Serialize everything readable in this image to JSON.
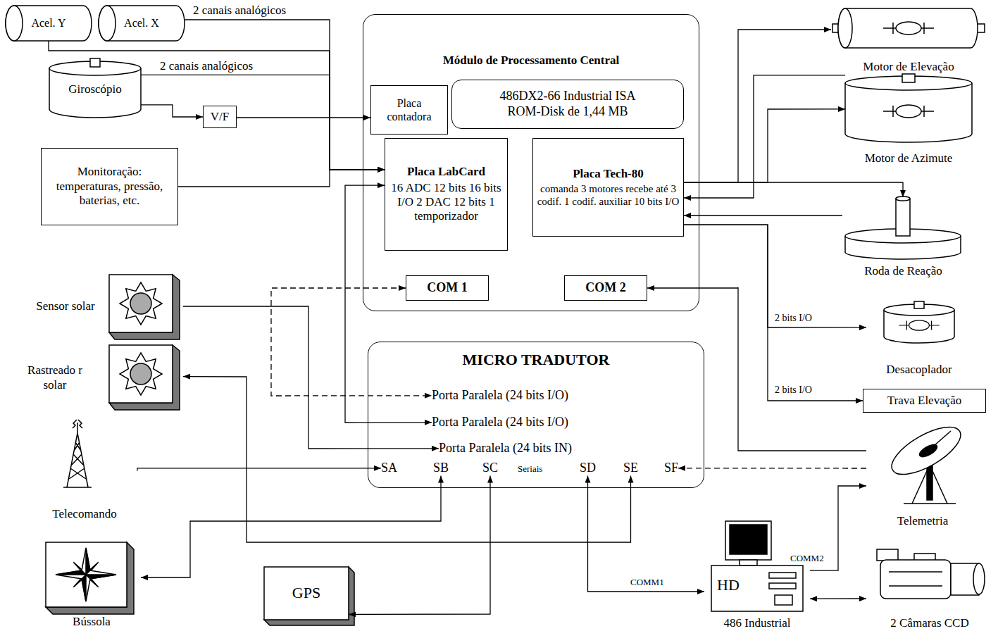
{
  "diagram": {
    "nodes": [
      {
        "text": [
          "Acel. Y"
        ]
      },
      {
        "text": [
          "Acel. X"
        ]
      },
      {
        "text": [
          "Giroscópio"
        ]
      },
      {
        "text": [
          "V/F"
        ]
      },
      {
        "text": [
          "Módulo de Processamento Central"
        ]
      },
      {
        "text": [
          "Placa contadora"
        ],
        "in": 4
      },
      {
        "text": [
          "486DX2-66 Industrial ISA ROM-Disk de 1,44 MB"
        ],
        "in": 4
      },
      {
        "text": [
          "Placa LabCard",
          "16 ADC 12 bits 16 bits I/O 2 DAC 12 bits 1 temporizador"
        ],
        "in": 4
      },
      {
        "text": [
          "Placa Tech-80",
          "comanda 3 motores recebe até 3 codif. 1 codif. auxiliar 10 bits I/O"
        ],
        "in": 4
      },
      {
        "text": [
          "COM 1"
        ],
        "in": 4
      },
      {
        "text": [
          "COM 2"
        ],
        "in": 4
      },
      {
        "text": [
          "Monitoração: temperaturas, pressão, baterias, etc."
        ]
      },
      {
        "text": [
          "Motor de Elevação"
        ]
      },
      {
        "text": [
          "Motor de Azimute"
        ]
      },
      {
        "text": [
          "Roda de Reação"
        ]
      },
      {
        "text": [
          "Desacoplador"
        ]
      },
      {
        "text": [
          "Trava Elevação"
        ]
      },
      {
        "text": [
          "Sensor solar"
        ]
      },
      {
        "text": [
          "Rastreado r solar"
        ]
      },
      {
        "text": [
          "MICRO TRADUTOR"
        ]
      },
      {
        "text": [
          "Porta Paralela (24 bits I/O)"
        ],
        "in": 19
      },
      {
        "text": [
          "Porta Paralela (24 bits I/O)"
        ],
        "in": 19
      },
      {
        "text": [
          "Porta Paralela (24 bits IN)"
        ],
        "in": 19
      },
      {
        "text": [
          "SA"
        ],
        "in": 19
      },
      {
        "text": [
          "SB"
        ],
        "in": 19
      },
      {
        "text": [
          "SC"
        ],
        "in": 19
      },
      {
        "text": [
          "SD"
        ],
        "in": 19
      },
      {
        "text": [
          "SE"
        ],
        "in": 19
      },
      {
        "text": [
          "SF"
        ],
        "in": 19
      },
      {
        "text": [
          "Telecomando"
        ]
      },
      {
        "text": [
          "Bússola"
        ]
      },
      {
        "text": [
          "GPS"
        ]
      },
      {
        "text": [
          "486 Industrial"
        ]
      },
      {
        "text": [
          "Telemetria"
        ]
      },
      {
        "text": [
          "2 Câmaras CCD"
        ]
      }
    ],
    "edges": [
      {
        "from": 0,
        "to": 7,
        "arrow": "to"
      },
      {
        "from": 1,
        "to": 7,
        "label": "2 canais analógicos",
        "arrow": "to"
      },
      {
        "from": 2,
        "to": 7,
        "label": "2 canais analógicos",
        "arrow": "to"
      },
      {
        "from": 2,
        "to": 3,
        "arrow": "to"
      },
      {
        "from": 3,
        "to": 5,
        "arrow": "to"
      },
      {
        "from": 11,
        "to": 7,
        "arrow": "to"
      },
      {
        "from": 7,
        "to": 21,
        "arrow": "both"
      },
      {
        "from": 9,
        "to": 20,
        "arrow": "both"
      },
      {
        "from": 17,
        "to": 22,
        "arrow": "to"
      },
      {
        "from": 29,
        "to": 23,
        "arrow": "to"
      },
      {
        "from": 24,
        "to": 30,
        "arrow": "both"
      },
      {
        "from": 25,
        "to": 31,
        "arrow": "both"
      },
      {
        "from": 26,
        "to": 32,
        "label": "COMM1",
        "arrow": "both"
      },
      {
        "from": 27,
        "to": 18,
        "arrow": "both"
      },
      {
        "from": 33,
        "to": 28,
        "arrow": "to"
      },
      {
        "from": 33,
        "to": 10,
        "arrow": "to"
      },
      {
        "from": 32,
        "to": 33,
        "label": "COMM2",
        "arrow": "to"
      },
      {
        "from": 32,
        "to": 34,
        "arrow": "both"
      },
      {
        "from": 8,
        "to": 12,
        "arrow": "to"
      },
      {
        "from": 8,
        "to": 13,
        "arrow": "to"
      },
      {
        "from": 8,
        "to": 14,
        "arrow": "to"
      },
      {
        "from": 13,
        "to": 8,
        "arrow": "to"
      },
      {
        "from": 14,
        "to": 8,
        "arrow": "to"
      },
      {
        "from": 8,
        "to": 15,
        "label": "2 bits I/O",
        "arrow": "to"
      },
      {
        "from": 8,
        "to": 16,
        "label": "2 bits I/O",
        "arrow": "to"
      }
    ],
    "labels": [
      "Seriais",
      "HD"
    ]
  }
}
